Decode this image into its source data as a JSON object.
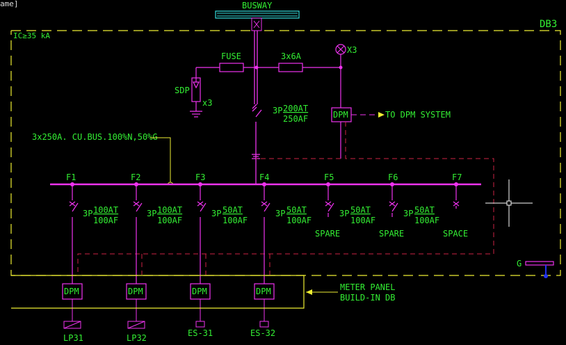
{
  "top_label": "ame]",
  "panel_name": "DB3",
  "ic_rating": "IC≥35 kA",
  "busway": {
    "label": "BUSWAY"
  },
  "fuse": {
    "label": "FUSE"
  },
  "ct": {
    "label": "3x6A"
  },
  "lamp": {
    "label": "X3"
  },
  "sdp": {
    "label": "SDP",
    "count": "x3"
  },
  "main_breaker": {
    "poles": "3P",
    "at": "200AT",
    "af": "250AF"
  },
  "dpm_main": {
    "label": "DPM",
    "note": "TO DPM SYSTEM"
  },
  "bus_note": "3x250A. CU.BUS.100%N,50%G",
  "feeders": [
    {
      "id": "F1",
      "poles": "3P",
      "at": "100AT",
      "af": "100AF",
      "dpm": "DPM",
      "load": "LP31",
      "spare": ""
    },
    {
      "id": "F2",
      "poles": "3P",
      "at": "100AT",
      "af": "100AF",
      "dpm": "DPM",
      "load": "LP32",
      "spare": ""
    },
    {
      "id": "F3",
      "poles": "3P",
      "at": "50AT",
      "af": "100AF",
      "dpm": "DPM",
      "load": "ES-31",
      "spare": ""
    },
    {
      "id": "F4",
      "poles": "3P",
      "at": "50AT",
      "af": "100AF",
      "dpm": "DPM",
      "load": "ES-32",
      "spare": ""
    },
    {
      "id": "F5",
      "poles": "3P",
      "at": "50AT",
      "af": "100AF",
      "dpm": "",
      "load": "",
      "spare": "SPARE"
    },
    {
      "id": "F6",
      "poles": "3P",
      "at": "50AT",
      "af": "100AF",
      "dpm": "",
      "load": "",
      "spare": "SPARE"
    },
    {
      "id": "F7",
      "poles": "",
      "at": "",
      "af": "",
      "dpm": "",
      "load": "",
      "spare": "SPACE"
    }
  ],
  "meter_panel": {
    "line1": "METER PANEL",
    "line2": "BUILD-IN DB"
  },
  "ground": {
    "label": "G"
  },
  "colors": {
    "magenta": "#ee33ee",
    "green": "#33ee33",
    "yellow": "#eeee33",
    "cyan": "#33dddd",
    "red": "#cc2244",
    "white": "#dddddd"
  }
}
